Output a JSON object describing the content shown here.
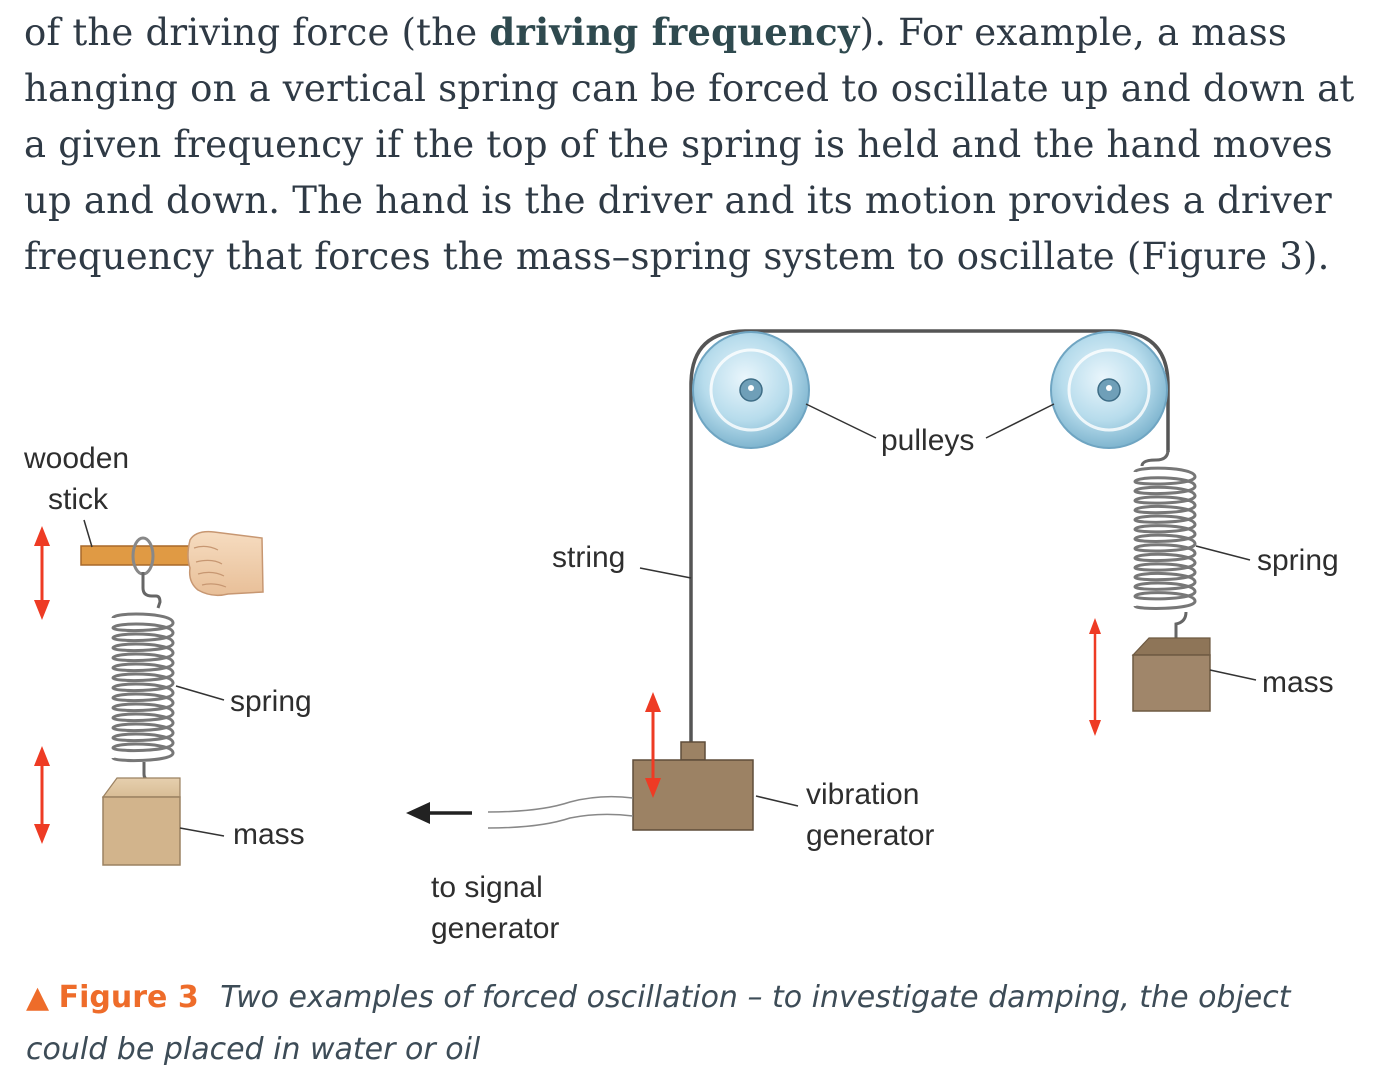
{
  "body": {
    "line1_before": "of the driving force (the ",
    "line1_term": "driving frequency",
    "line1_after": "). For example, a mass",
    "line2": "hanging on a vertical spring can be forced to oscillate up and down at",
    "line3": "a given frequency if the top of the spring is held and the hand moves",
    "line4": "up and down. The hand is the driver and its motion provides a driver",
    "line5": "frequency that forces the mass–spring system to oscillate (Figure 3)."
  },
  "figure": {
    "left": {
      "stick_label_line1": "wooden",
      "stick_label_line2": "stick",
      "spring_label": "spring",
      "mass_label": "mass"
    },
    "right": {
      "pulleys_label": "pulleys",
      "string_label": "string",
      "spring_label": "spring",
      "mass_label": "mass",
      "generator_label_line1": "vibration",
      "generator_label_line2": "generator",
      "signal_label_line1": "to signal",
      "signal_label_line2": "generator"
    },
    "colors": {
      "arrow": "#ee3b24",
      "mass": "#d2b48c",
      "generator": "#9c8264",
      "stick": "#e09a44",
      "pulley": "#a9d3e8"
    }
  },
  "caption": {
    "marker": "▲",
    "figure_label": "Figure 3",
    "text": "Two examples of forced oscillation – to investigate damping, the object could be placed in water or oil"
  }
}
